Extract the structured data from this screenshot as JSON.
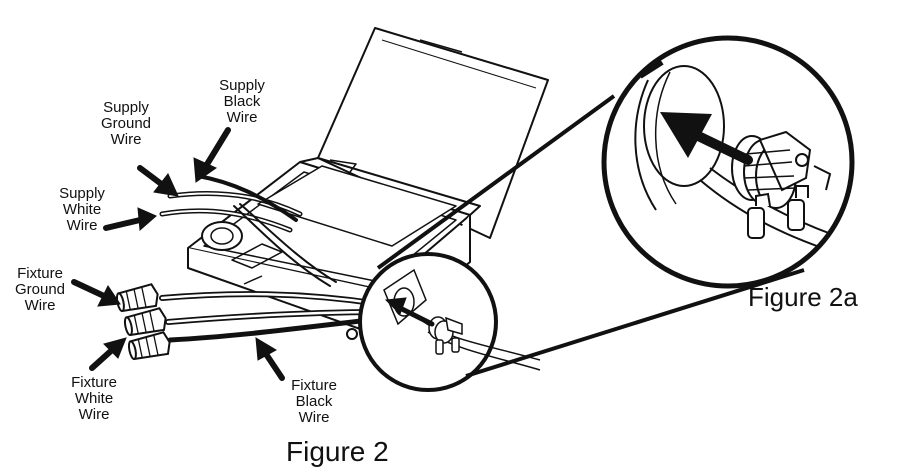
{
  "labels": {
    "supply_black": [
      "Supply",
      "Black",
      "Wire"
    ],
    "supply_ground": [
      "Supply",
      "Ground",
      "Wire"
    ],
    "supply_white": [
      "Supply",
      "White",
      "Wire"
    ],
    "fixture_ground": [
      "Fixture",
      "Ground",
      "Wire"
    ],
    "fixture_white": [
      "Fixture",
      "White",
      "Wire"
    ],
    "fixture_black": [
      "Fixture",
      "Black",
      "Wire"
    ]
  },
  "figure_2_caption": "Figure 2",
  "figure_2a_caption": "Figure 2a",
  "icons": [
    "arrow-icon",
    "wire-nut-icon",
    "cable-connector-icon"
  ]
}
